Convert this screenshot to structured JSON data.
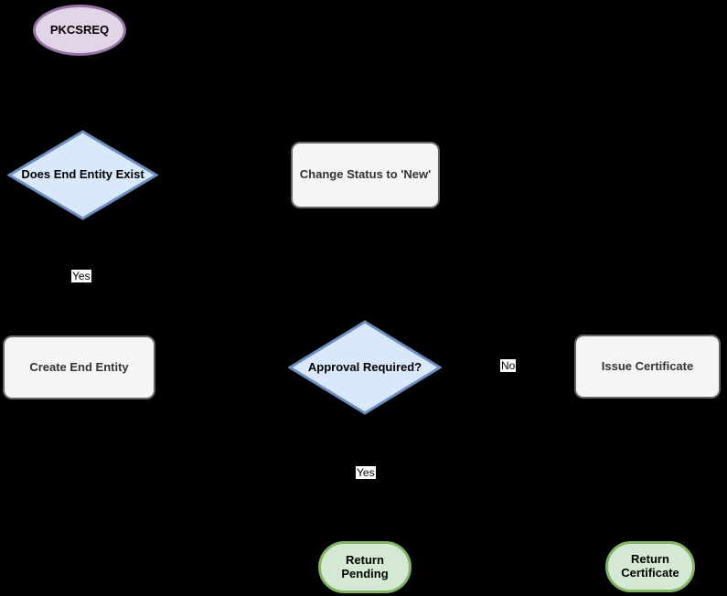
{
  "diagram": {
    "title": "PKCSREQ certificate enrollment flowchart",
    "background_color": "#000000",
    "palette": {
      "start_fill": "#E1D5E7",
      "start_stroke": "#9673A6",
      "decision_fill": "#DAE8FC",
      "decision_stroke": "#6C8EBF",
      "process_fill": "#F5F5F5",
      "process_stroke": "#666666",
      "terminator_fill": "#D5E8D4",
      "terminator_stroke": "#82B366",
      "node_text": "#333333",
      "edge_label_bg": "#FFFFFF",
      "edge_label_text": "#000000"
    },
    "nodes": {
      "start": {
        "label": "PKCSREQ",
        "shape": "ellipse"
      },
      "does_end_entity_exist": {
        "label": "Does End Entity Exist",
        "shape": "decision"
      },
      "change_status_to_new": {
        "label": "Change Status to 'New'",
        "shape": "process"
      },
      "create_end_entity": {
        "label": "Create End Entity",
        "shape": "process"
      },
      "approval_required": {
        "label": "Approval Required?",
        "shape": "decision"
      },
      "issue_certificate": {
        "label": "Issue Certificate",
        "shape": "process"
      },
      "return_pending": {
        "label": "Return Pending",
        "shape": "terminator"
      },
      "return_certificate": {
        "label": "Return Certificate",
        "shape": "terminator"
      }
    },
    "edge_labels": {
      "does_end_entity_exist_yes": "Yes",
      "approval_required_no": "No",
      "approval_required_yes": "Yes"
    }
  }
}
